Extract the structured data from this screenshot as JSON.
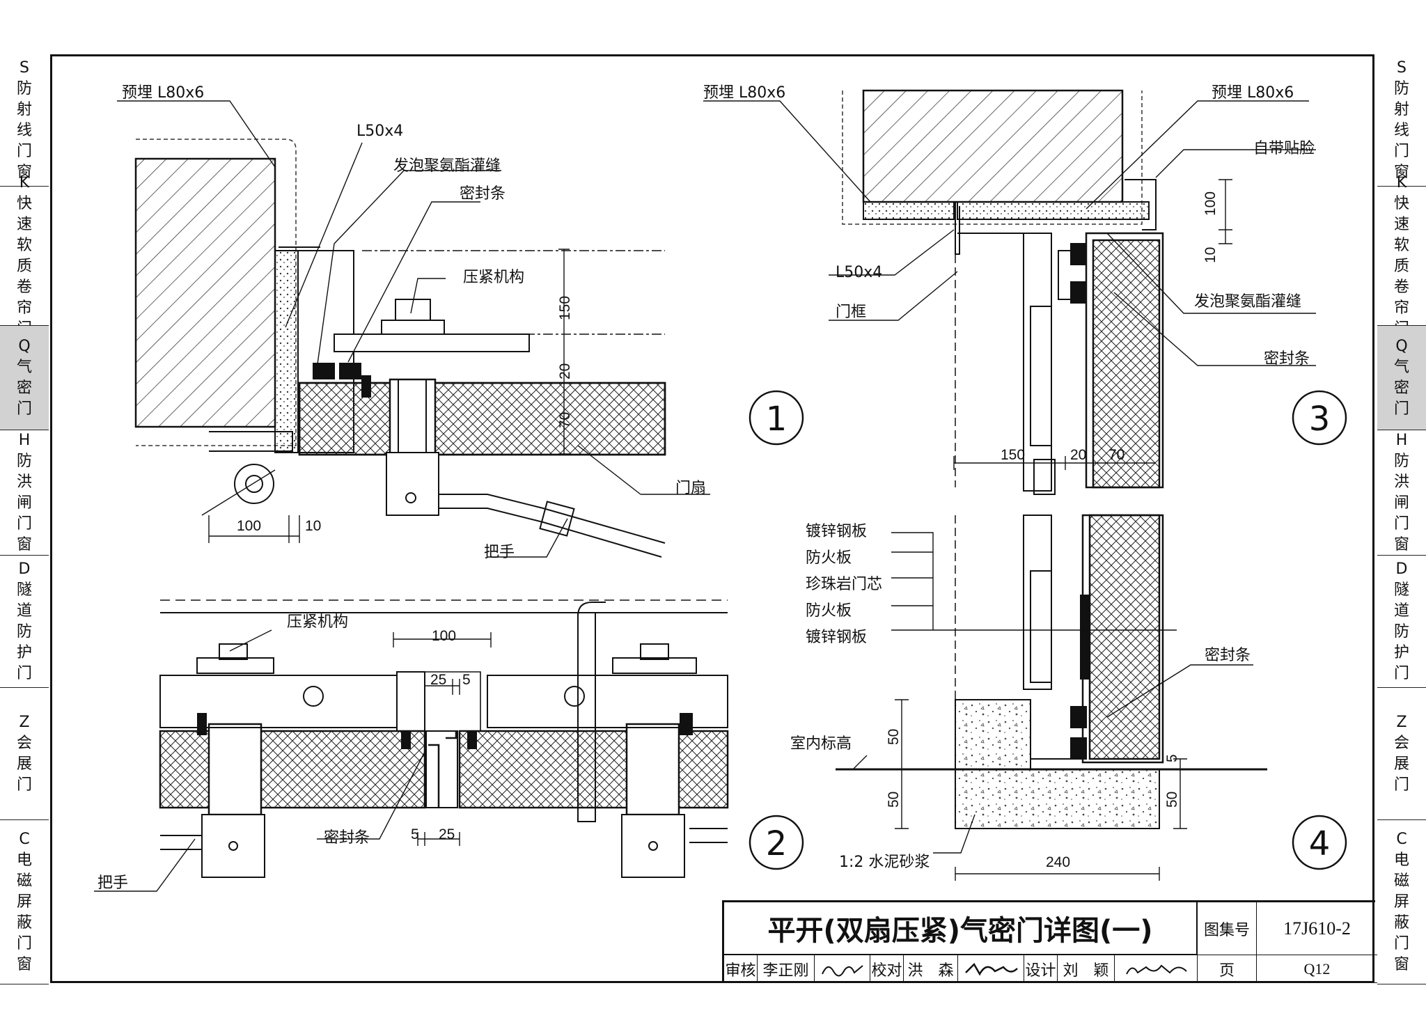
{
  "side_tabs": [
    {
      "code": "S",
      "name": "防射线门窗",
      "active": false
    },
    {
      "code": "K",
      "name": "快速软质卷帘门",
      "active": false
    },
    {
      "code": "Q",
      "name": "气密门",
      "active": true
    },
    {
      "code": "H",
      "name": "防洪闸门窗",
      "active": false
    },
    {
      "code": "D",
      "name": "隧道防护门",
      "active": false
    },
    {
      "code": "Z",
      "name": "会展门",
      "active": false
    },
    {
      "code": "C",
      "name": "电磁屏蔽门窗",
      "active": false
    }
  ],
  "detail1": {
    "marker": "1",
    "labels": {
      "embed": "预埋 L80x6",
      "angle": "L50x4",
      "foam": "发泡聚氨酯灌缝",
      "seal": "密封条",
      "clamp": "压紧机构",
      "leaf": "门扇",
      "handle": "把手"
    },
    "dims": {
      "d150": "150",
      "d20": "20",
      "d70": "70",
      "d100": "100",
      "d10": "10"
    }
  },
  "detail2": {
    "marker": "2",
    "labels": {
      "clamp": "压紧机构",
      "seal": "密封条",
      "handle": "把手"
    },
    "dims": {
      "d100": "100",
      "d25a": "25",
      "d5a": "5",
      "d5b": "5",
      "d25b": "25"
    }
  },
  "detail3": {
    "marker": "3",
    "labels": {
      "embed_left": "预埋 L80x6",
      "embed_right": "预埋 L80x6",
      "trim": "自带贴脸",
      "angle": "L50x4",
      "frame": "门框",
      "foam": "发泡聚氨酯灌缝",
      "seal": "密封条"
    },
    "dims": {
      "d100": "100",
      "d10": "10",
      "d150": "150",
      "d20": "20",
      "d70": "70"
    }
  },
  "detail4": {
    "marker": "4",
    "layers": [
      "镀锌钢板",
      "防火板",
      "珍珠岩门芯",
      "防火板",
      "镀锌钢板"
    ],
    "labels": {
      "seal": "密封条",
      "floor": "室内标高",
      "mortar": "1:2 水泥砂浆"
    },
    "dims": {
      "d50a": "50",
      "d50b": "50",
      "d5": "5",
      "d50c": "50",
      "d240": "240"
    }
  },
  "title_block": {
    "title": "平开(双扇压紧)气密门详图(一)",
    "atlas_label": "图集号",
    "atlas_no": "17J610-2",
    "review_label": "审核",
    "review_name": "李正刚",
    "check_label": "校对",
    "check_name": "洪　森",
    "design_label": "设计",
    "design_name": "刘　颖",
    "page_label": "页",
    "page_no": "Q12"
  }
}
